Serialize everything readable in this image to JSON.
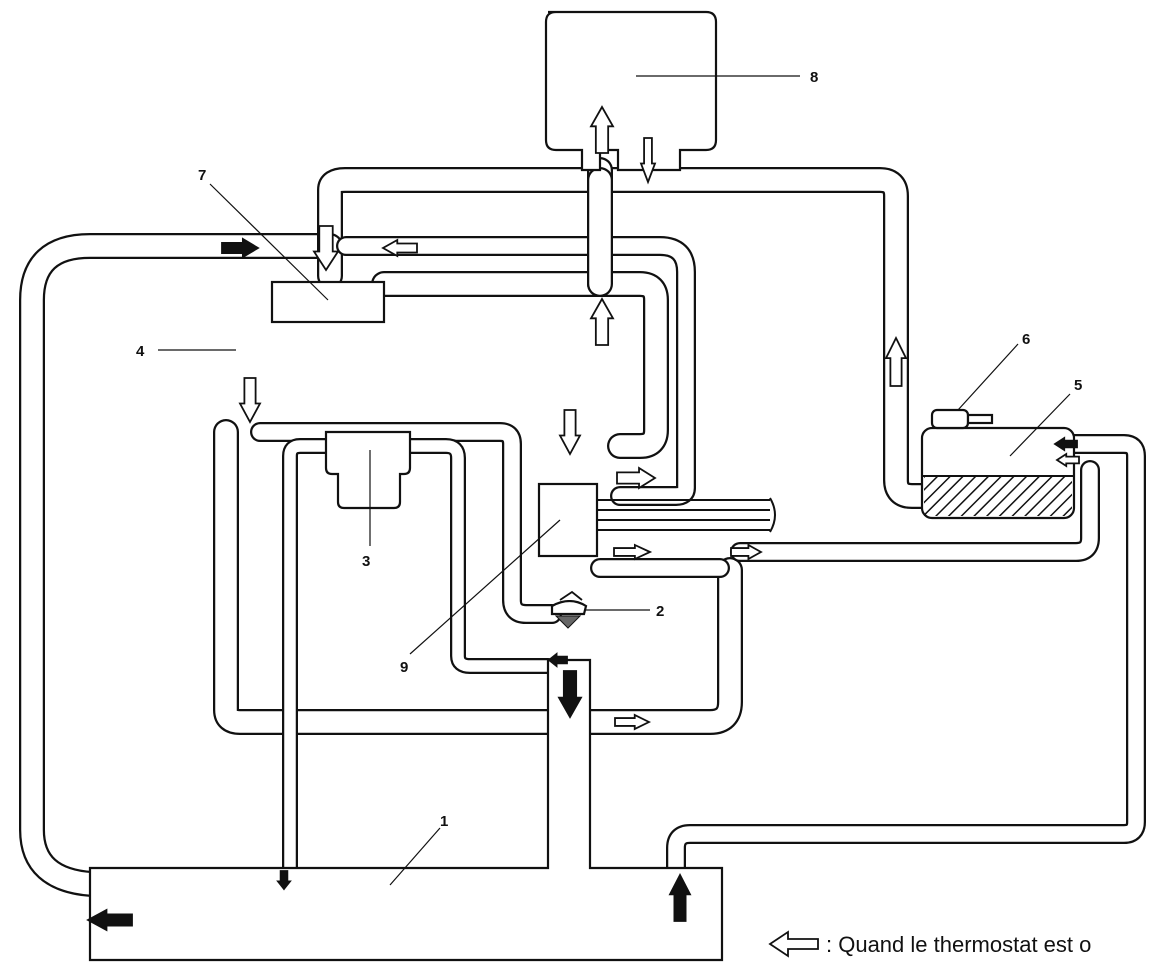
{
  "labels": {
    "l1": "1",
    "l2": "2",
    "l3": "3",
    "l4": "4",
    "l5": "5",
    "l6": "6",
    "l7": "7",
    "l8": "8",
    "l9": "9"
  },
  "legend": {
    "symbol": "open-arrow-icon",
    "text": ": Quand le thermostat est o"
  },
  "colors": {
    "line": "#111111",
    "background": "#ffffff"
  }
}
